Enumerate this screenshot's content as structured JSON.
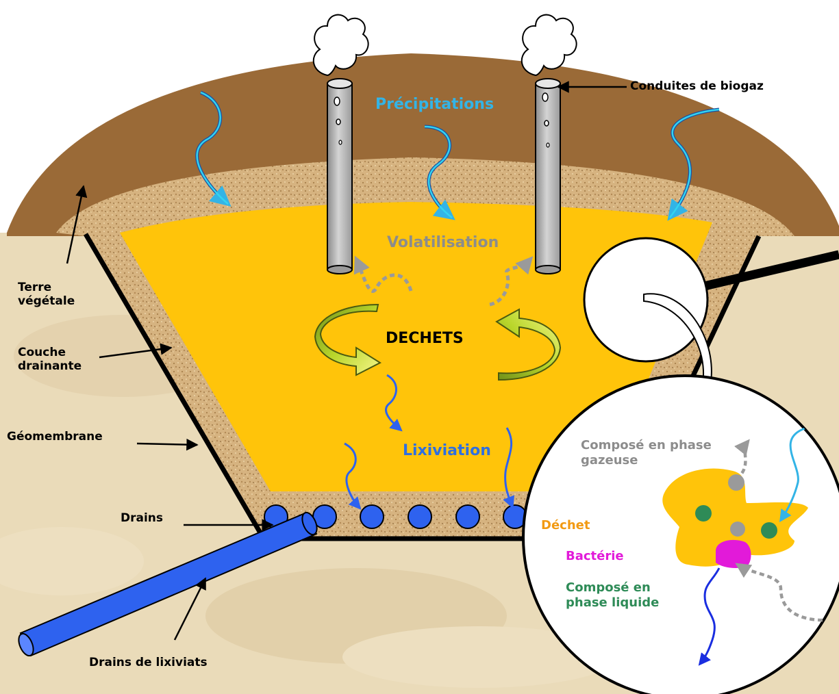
{
  "labels": {
    "biogas_pipes": "Conduites de biogaz",
    "precipitation": "Précipitations",
    "volatilisation": "Volatilisation",
    "waste": "DECHETS",
    "leaching": "Lixiviation",
    "topsoil": "Terre végétale",
    "drainage_layer": "Couche drainante",
    "geomembrane": "Géomembrane",
    "drains": "Drains",
    "leachate_drains": "Drains de lixiviats"
  },
  "zoom": {
    "gas_compound": "Composé en phase gazeuse",
    "waste": "Déchet",
    "bacteria": "Bactérie",
    "liquid_compound": "Composé en phase liquide"
  },
  "colors": {
    "soil_brown": "#9a6a37",
    "sand": "#d6b380",
    "waste_yellow": "#ffc40a",
    "drain_blue": "#2e62ef",
    "pipe_grey": "#b8b8b8",
    "water_cyan": "#33b4e6",
    "gas_grey": "#9a9a9a",
    "bacteria_magenta": "#e21ad9",
    "liquid_green": "#2e8b57",
    "background_parchment": "#eadbb9"
  }
}
